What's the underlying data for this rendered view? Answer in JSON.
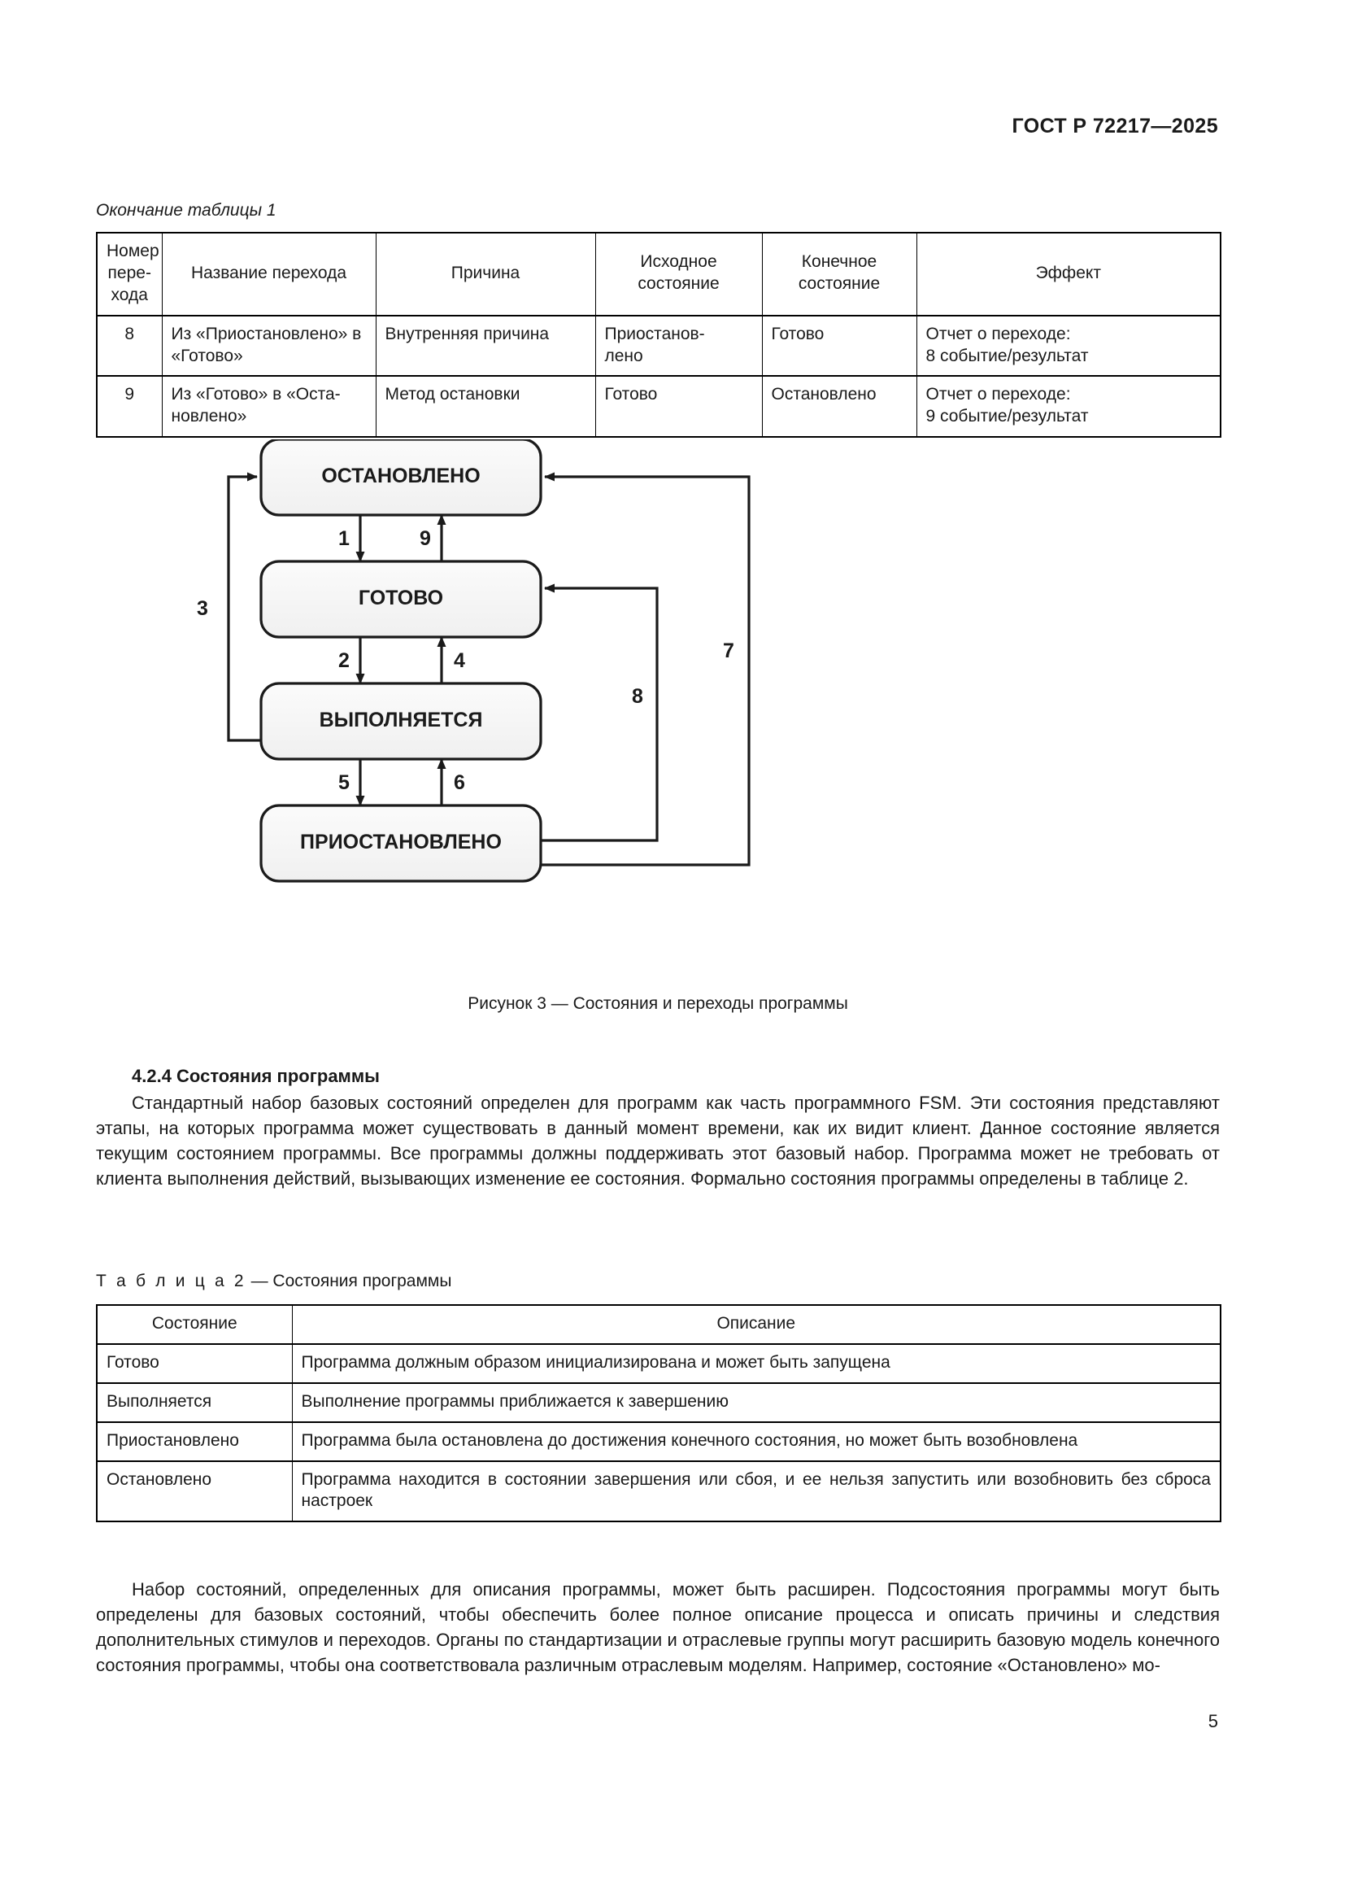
{
  "header": {
    "standard_id": "ГОСТ Р 72217—2025"
  },
  "table1": {
    "caption": "Окончание таблицы 1",
    "columns": [
      "Номер\nпере-\nхода",
      "Название перехода",
      "Причина",
      "Исходное\nсостояние",
      "Конечное\nсостояние",
      "Эффект"
    ],
    "rows": [
      {
        "number": "8",
        "name": "Из «Приостановлено» в «Готово»",
        "cause": "Внутренняя причина",
        "from_state": "Приостанов-\nлено",
        "to_state": "Готово",
        "effect": "Отчет о переходе:\n8  событие/результат"
      },
      {
        "number": "9",
        "name": "Из «Готово» в «Оста-новлено»",
        "cause": "Метод остановки",
        "from_state": "Готово",
        "to_state": "Остановлено",
        "effect": "Отчет о переходе:\n9  событие/результат"
      }
    ]
  },
  "figure": {
    "caption": "Рисунок 3 — Состояния и переходы программы",
    "states": [
      {
        "id": "stopped",
        "label": "ОСТАНОВЛЕНО"
      },
      {
        "id": "ready",
        "label": "ГОТОВО"
      },
      {
        "id": "running",
        "label": "ВЫПОЛНЯЕТСЯ"
      },
      {
        "id": "suspended",
        "label": "ПРИОСТАНОВЛЕНО"
      }
    ],
    "transitions": [
      {
        "id": "1",
        "label": "1",
        "from": "stopped",
        "to": "ready"
      },
      {
        "id": "2",
        "label": "2",
        "from": "ready",
        "to": "running"
      },
      {
        "id": "3",
        "label": "3",
        "from": "running",
        "to": "stopped"
      },
      {
        "id": "4",
        "label": "4",
        "from": "running",
        "to": "ready"
      },
      {
        "id": "5",
        "label": "5",
        "from": "running",
        "to": "suspended"
      },
      {
        "id": "6",
        "label": "6",
        "from": "suspended",
        "to": "running"
      },
      {
        "id": "7",
        "label": "7",
        "from": "suspended",
        "to": "stopped"
      },
      {
        "id": "8",
        "label": "8",
        "from": "suspended",
        "to": "ready"
      },
      {
        "id": "9",
        "label": "9",
        "from": "ready",
        "to": "stopped"
      }
    ]
  },
  "section": {
    "number_title": "4.2.4  Состояния программы",
    "paragraph": "Стандартный набор базовых состояний определен для программ как часть программного FSM. Эти состояния представляют этапы, на которых программа может существовать в данный момент времени, как их видит клиент. Данное состояние является текущим состоянием программы. Все программы должны поддерживать этот базовый набор. Программа может не требовать от клиента выполнения действий, вызывающих изменение ее состояния. Формально состояния программы определены в таблице 2."
  },
  "table2": {
    "caption_prefix": "Т а б л и ц а  2",
    "caption_rest": " — Состояния программы",
    "columns": [
      "Состояние",
      "Описание"
    ],
    "rows": [
      {
        "state": "Готово",
        "description": "Программа должным образом инициализирована и может быть запущена"
      },
      {
        "state": "Выполняется",
        "description": "Выполнение программы приближается к завершению"
      },
      {
        "state": "Приостановлено",
        "description": "Программа была остановлена до достижения конечного состояния, но может быть возобновлена"
      },
      {
        "state": "Остановлено",
        "description": "Программа находится в состоянии завершения или сбоя, и ее нельзя запустить или возобновить без сброса настроек"
      }
    ]
  },
  "closing": {
    "paragraph": "Набор состояний, определенных для описания программы, может быть расширен. Подсостояния программы могут быть определены для базовых состояний, чтобы обеспечить более полное описание процесса и описать причины и следствия дополнительных стимулов и переходов. Органы по стандартизации и отраслевые группы могут расширить базовую модель конечного состояния программы, чтобы она соответствовала различным отраслевым моделям. Например, состояние «Остановлено» мо-"
  },
  "footer": {
    "page_number": "5"
  }
}
